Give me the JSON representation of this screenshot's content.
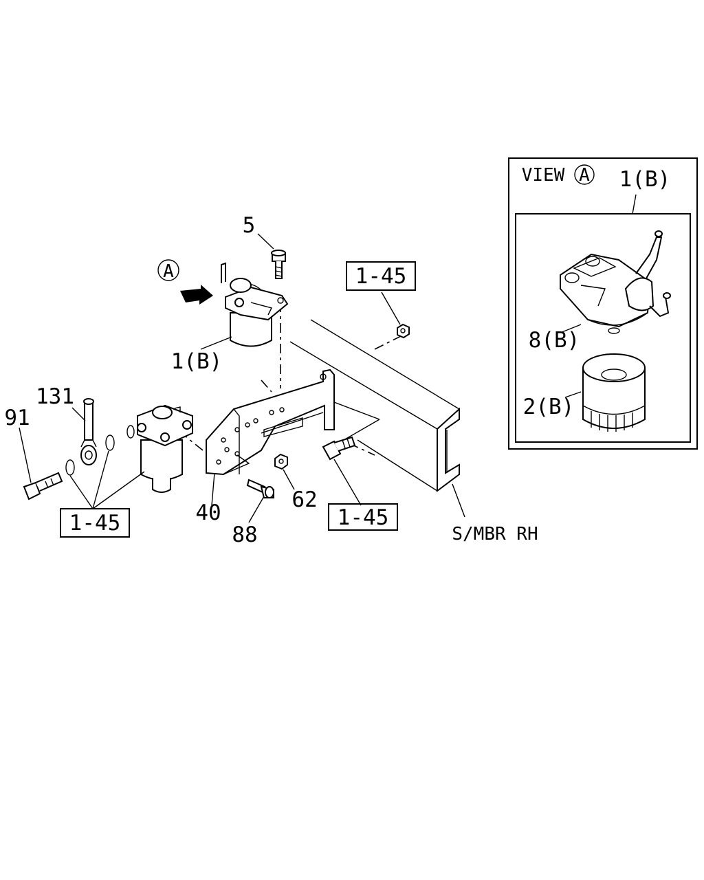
{
  "callouts": {
    "p5": "5",
    "p1b": "1(B)",
    "p131": "131",
    "p91": "91",
    "p40": "40",
    "p88": "88",
    "p62": "62",
    "ref_top": "1-45",
    "ref_left": "1-45",
    "ref_bottom": "1-45",
    "frame": "S/MBR RH",
    "view_marker": "A"
  },
  "view_panel": {
    "title": "VIEW",
    "marker": "A",
    "p1b": "1(B)",
    "p8b": "8(B)",
    "p2b": "2(B)"
  }
}
